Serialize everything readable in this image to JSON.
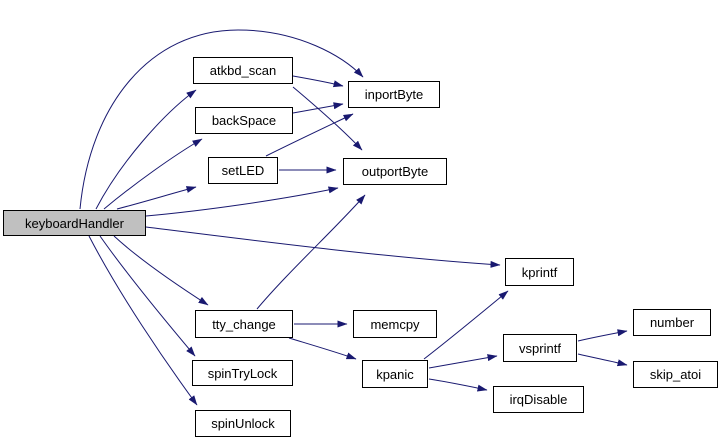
{
  "diagram": {
    "type": "call-graph",
    "background": "#ffffff",
    "edge_color": "#191970",
    "node_fill": "#ffffff",
    "node_border_color": "#000000",
    "root_node_fill": "#c0c0c0",
    "nodes": [
      {
        "id": "keyboardHandler",
        "label": "keyboardHandler",
        "root": true
      },
      {
        "id": "atkbd_scan",
        "label": "atkbd_scan"
      },
      {
        "id": "backSpace",
        "label": "backSpace"
      },
      {
        "id": "setLED",
        "label": "setLED"
      },
      {
        "id": "inportByte",
        "label": "inportByte"
      },
      {
        "id": "outportByte",
        "label": "outportByte"
      },
      {
        "id": "kprintf",
        "label": "kprintf"
      },
      {
        "id": "tty_change",
        "label": "tty_change"
      },
      {
        "id": "memcpy",
        "label": "memcpy"
      },
      {
        "id": "spinTryLock",
        "label": "spinTryLock"
      },
      {
        "id": "kpanic",
        "label": "kpanic"
      },
      {
        "id": "vsprintf",
        "label": "vsprintf"
      },
      {
        "id": "irqDisable",
        "label": "irqDisable"
      },
      {
        "id": "spinUnlock",
        "label": "spinUnlock"
      },
      {
        "id": "number",
        "label": "number"
      },
      {
        "id": "skip_atoi",
        "label": "skip_atoi"
      }
    ],
    "edges": [
      {
        "from": "keyboardHandler",
        "to": "atkbd_scan"
      },
      {
        "from": "keyboardHandler",
        "to": "backSpace"
      },
      {
        "from": "keyboardHandler",
        "to": "setLED"
      },
      {
        "from": "keyboardHandler",
        "to": "inportByte"
      },
      {
        "from": "keyboardHandler",
        "to": "outportByte"
      },
      {
        "from": "keyboardHandler",
        "to": "kprintf"
      },
      {
        "from": "keyboardHandler",
        "to": "tty_change"
      },
      {
        "from": "keyboardHandler",
        "to": "spinTryLock"
      },
      {
        "from": "keyboardHandler",
        "to": "spinUnlock"
      },
      {
        "from": "atkbd_scan",
        "to": "inportByte"
      },
      {
        "from": "atkbd_scan",
        "to": "outportByte"
      },
      {
        "from": "backSpace",
        "to": "inportByte"
      },
      {
        "from": "setLED",
        "to": "inportByte"
      },
      {
        "from": "setLED",
        "to": "outportByte"
      },
      {
        "from": "tty_change",
        "to": "memcpy"
      },
      {
        "from": "tty_change",
        "to": "kpanic"
      },
      {
        "from": "tty_change",
        "to": "outportByte"
      },
      {
        "from": "kpanic",
        "to": "kprintf"
      },
      {
        "from": "kpanic",
        "to": "vsprintf"
      },
      {
        "from": "kpanic",
        "to": "irqDisable"
      },
      {
        "from": "vsprintf",
        "to": "number"
      },
      {
        "from": "vsprintf",
        "to": "skip_atoi"
      }
    ]
  }
}
